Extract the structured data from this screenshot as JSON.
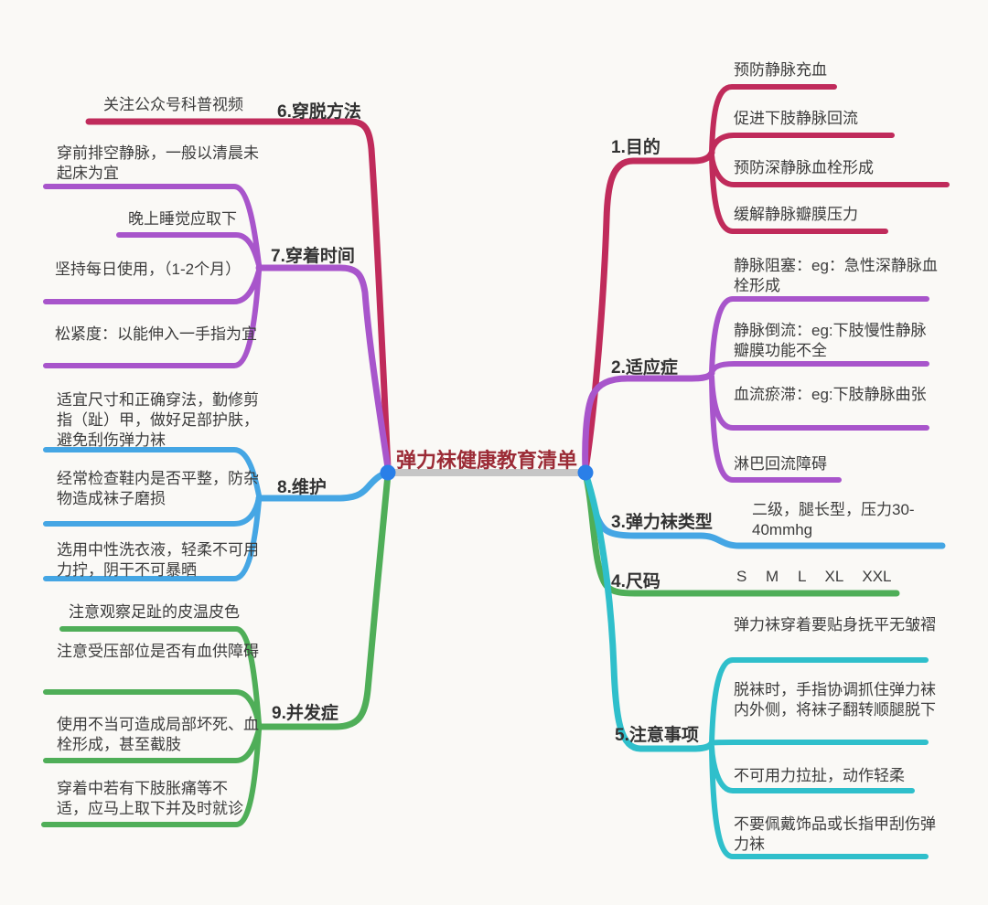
{
  "title": "弹力袜健康教育清单",
  "colors": {
    "crimson": "#c02b5b",
    "purple": "#a855cb",
    "blue": "#45a6e4",
    "green": "#4fae58",
    "cyan": "#2fbfcb",
    "title_text": "#9b2b36",
    "hub_dot": "#2a7fe8",
    "center_bar": "#c6c6c6",
    "body_text": "#3c3c3c"
  },
  "branches": [
    {
      "label": "1.目的",
      "side": "right",
      "color_name": "crimson",
      "children": [
        "预防静脉充血",
        "促进下肢静脉回流",
        "预防深静脉血栓形成",
        "缓解静脉瓣膜压力"
      ]
    },
    {
      "label": "2.适应症",
      "side": "right",
      "color_name": "purple",
      "children": [
        "静脉阻塞：eg：急性深静脉血栓形成",
        "静脉倒流：eg:下肢慢性静脉瓣膜功能不全",
        "血流瘀滞：eg:下肢静脉曲张",
        "淋巴回流障碍"
      ]
    },
    {
      "label": "3.弹力袜类型",
      "side": "right",
      "color_name": "blue",
      "children": [
        "二级，腿长型，压力30-40mmhg"
      ]
    },
    {
      "label": "4.尺码",
      "side": "right",
      "color_name": "green",
      "children": [
        "S M L XL XXL"
      ]
    },
    {
      "label": "5.注意事项",
      "side": "right",
      "color_name": "cyan",
      "children": [
        "弹力袜穿着要贴身抚平无皱褶",
        "脱袜时，手指协调抓住弹力袜内外侧，将袜子翻转顺腿脱下",
        "不可用力拉扯，动作轻柔",
        "不要佩戴饰品或长指甲刮伤弹力袜"
      ]
    },
    {
      "label": "6.穿脱方法",
      "side": "left",
      "color_name": "crimson",
      "children": [
        "关注公众号科普视频"
      ]
    },
    {
      "label": "7.穿着时间",
      "side": "left",
      "color_name": "purple",
      "children": [
        "穿前排空静脉，一般以清晨未起床为宜",
        "晚上睡觉应取下",
        "坚持每日使用，（1-2个月）",
        "松紧度：以能伸入一手指为宜"
      ]
    },
    {
      "label": "8.维护",
      "side": "left",
      "color_name": "blue",
      "children": [
        "适宜尺寸和正确穿法，勤修剪指（趾）甲，做好足部护肤，避免刮伤弹力袜",
        "经常检查鞋内是否平整，防杂物造成袜子磨损",
        "选用中性洗衣液，轻柔不可用力拧，阴干不可暴晒"
      ]
    },
    {
      "label": "9.并发症",
      "side": "left",
      "color_name": "green",
      "children": [
        "注意观察足趾的皮温皮色",
        "注意受压部位是否有血供障碍",
        "使用不当可造成局部坏死、血栓形成，甚至截肢",
        "穿着中若有下肢胀痛等不适，应马上取下并及时就诊"
      ]
    }
  ]
}
